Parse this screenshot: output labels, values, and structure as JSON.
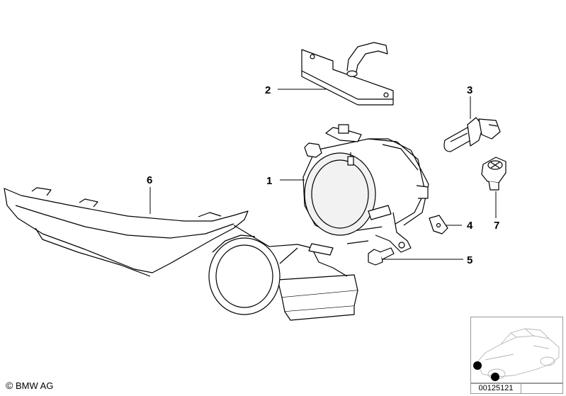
{
  "callouts": [
    {
      "id": "1",
      "label": "1"
    },
    {
      "id": "2",
      "label": "2"
    },
    {
      "id": "3",
      "label": "3"
    },
    {
      "id": "4",
      "label": "4"
    },
    {
      "id": "5",
      "label": "5"
    },
    {
      "id": "6",
      "label": "6"
    },
    {
      "id": "7",
      "label": "7"
    }
  ],
  "footer": {
    "copyright_symbol": "©",
    "copyright_text": "BMW AG",
    "figure_number": "00125121"
  },
  "colors": {
    "line": "#000000",
    "shade": "#e6e6e6",
    "highlight": "#000000"
  }
}
